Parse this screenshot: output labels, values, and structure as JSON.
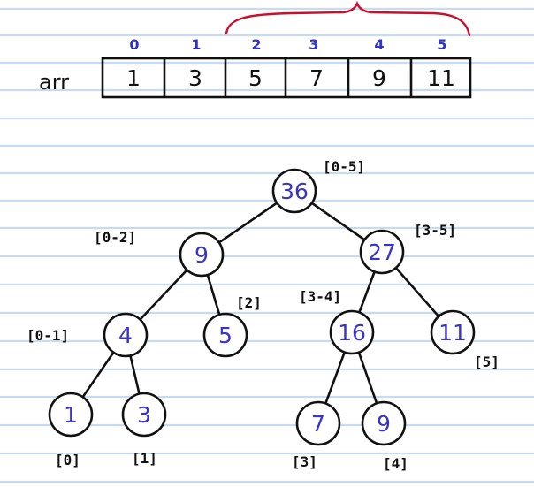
{
  "array": {
    "name": "arr",
    "indices": [
      "0",
      "1",
      "2",
      "3",
      "4",
      "5"
    ],
    "values": [
      "1",
      "3",
      "5",
      "7",
      "9",
      "11"
    ]
  },
  "tree": {
    "nodes": [
      {
        "id": "n0-5",
        "value": "36",
        "range": "[0-5]"
      },
      {
        "id": "n0-2",
        "value": "9",
        "range": "[0-2]"
      },
      {
        "id": "n3-5",
        "value": "27",
        "range": "[3-5]"
      },
      {
        "id": "n0-1",
        "value": "4",
        "range": "[0-1]"
      },
      {
        "id": "n2",
        "value": "5",
        "range": "[2]"
      },
      {
        "id": "n3-4",
        "value": "16",
        "range": "[3-4]"
      },
      {
        "id": "n5",
        "value": "11",
        "range": "[5]"
      },
      {
        "id": "n0",
        "value": "1",
        "range": "[0]"
      },
      {
        "id": "n1",
        "value": "3",
        "range": "[1]"
      },
      {
        "id": "n3",
        "value": "7",
        "range": "[3]"
      },
      {
        "id": "n4",
        "value": "9",
        "range": "[4]"
      }
    ]
  },
  "colors": {
    "ruled_line": "#c7dcf2",
    "ink": "#111111",
    "node_text": "#3a33c8",
    "index_text": "#2d33c8",
    "brace": "#c8102e"
  }
}
